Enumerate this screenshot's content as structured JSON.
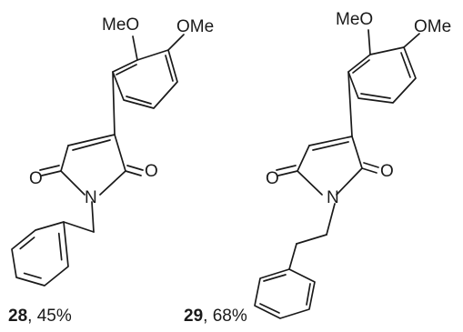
{
  "compounds": [
    {
      "number": "28",
      "yield": "45%",
      "labels": {
        "meo": "MeO",
        "ome": "OMe",
        "o_left": "O",
        "o_right": "O",
        "n": "N"
      }
    },
    {
      "number": "29",
      "yield": "68%",
      "labels": {
        "meo": "MeO",
        "ome": "OMe",
        "o_left": "O",
        "o_right": "O",
        "n": "N"
      }
    }
  ]
}
